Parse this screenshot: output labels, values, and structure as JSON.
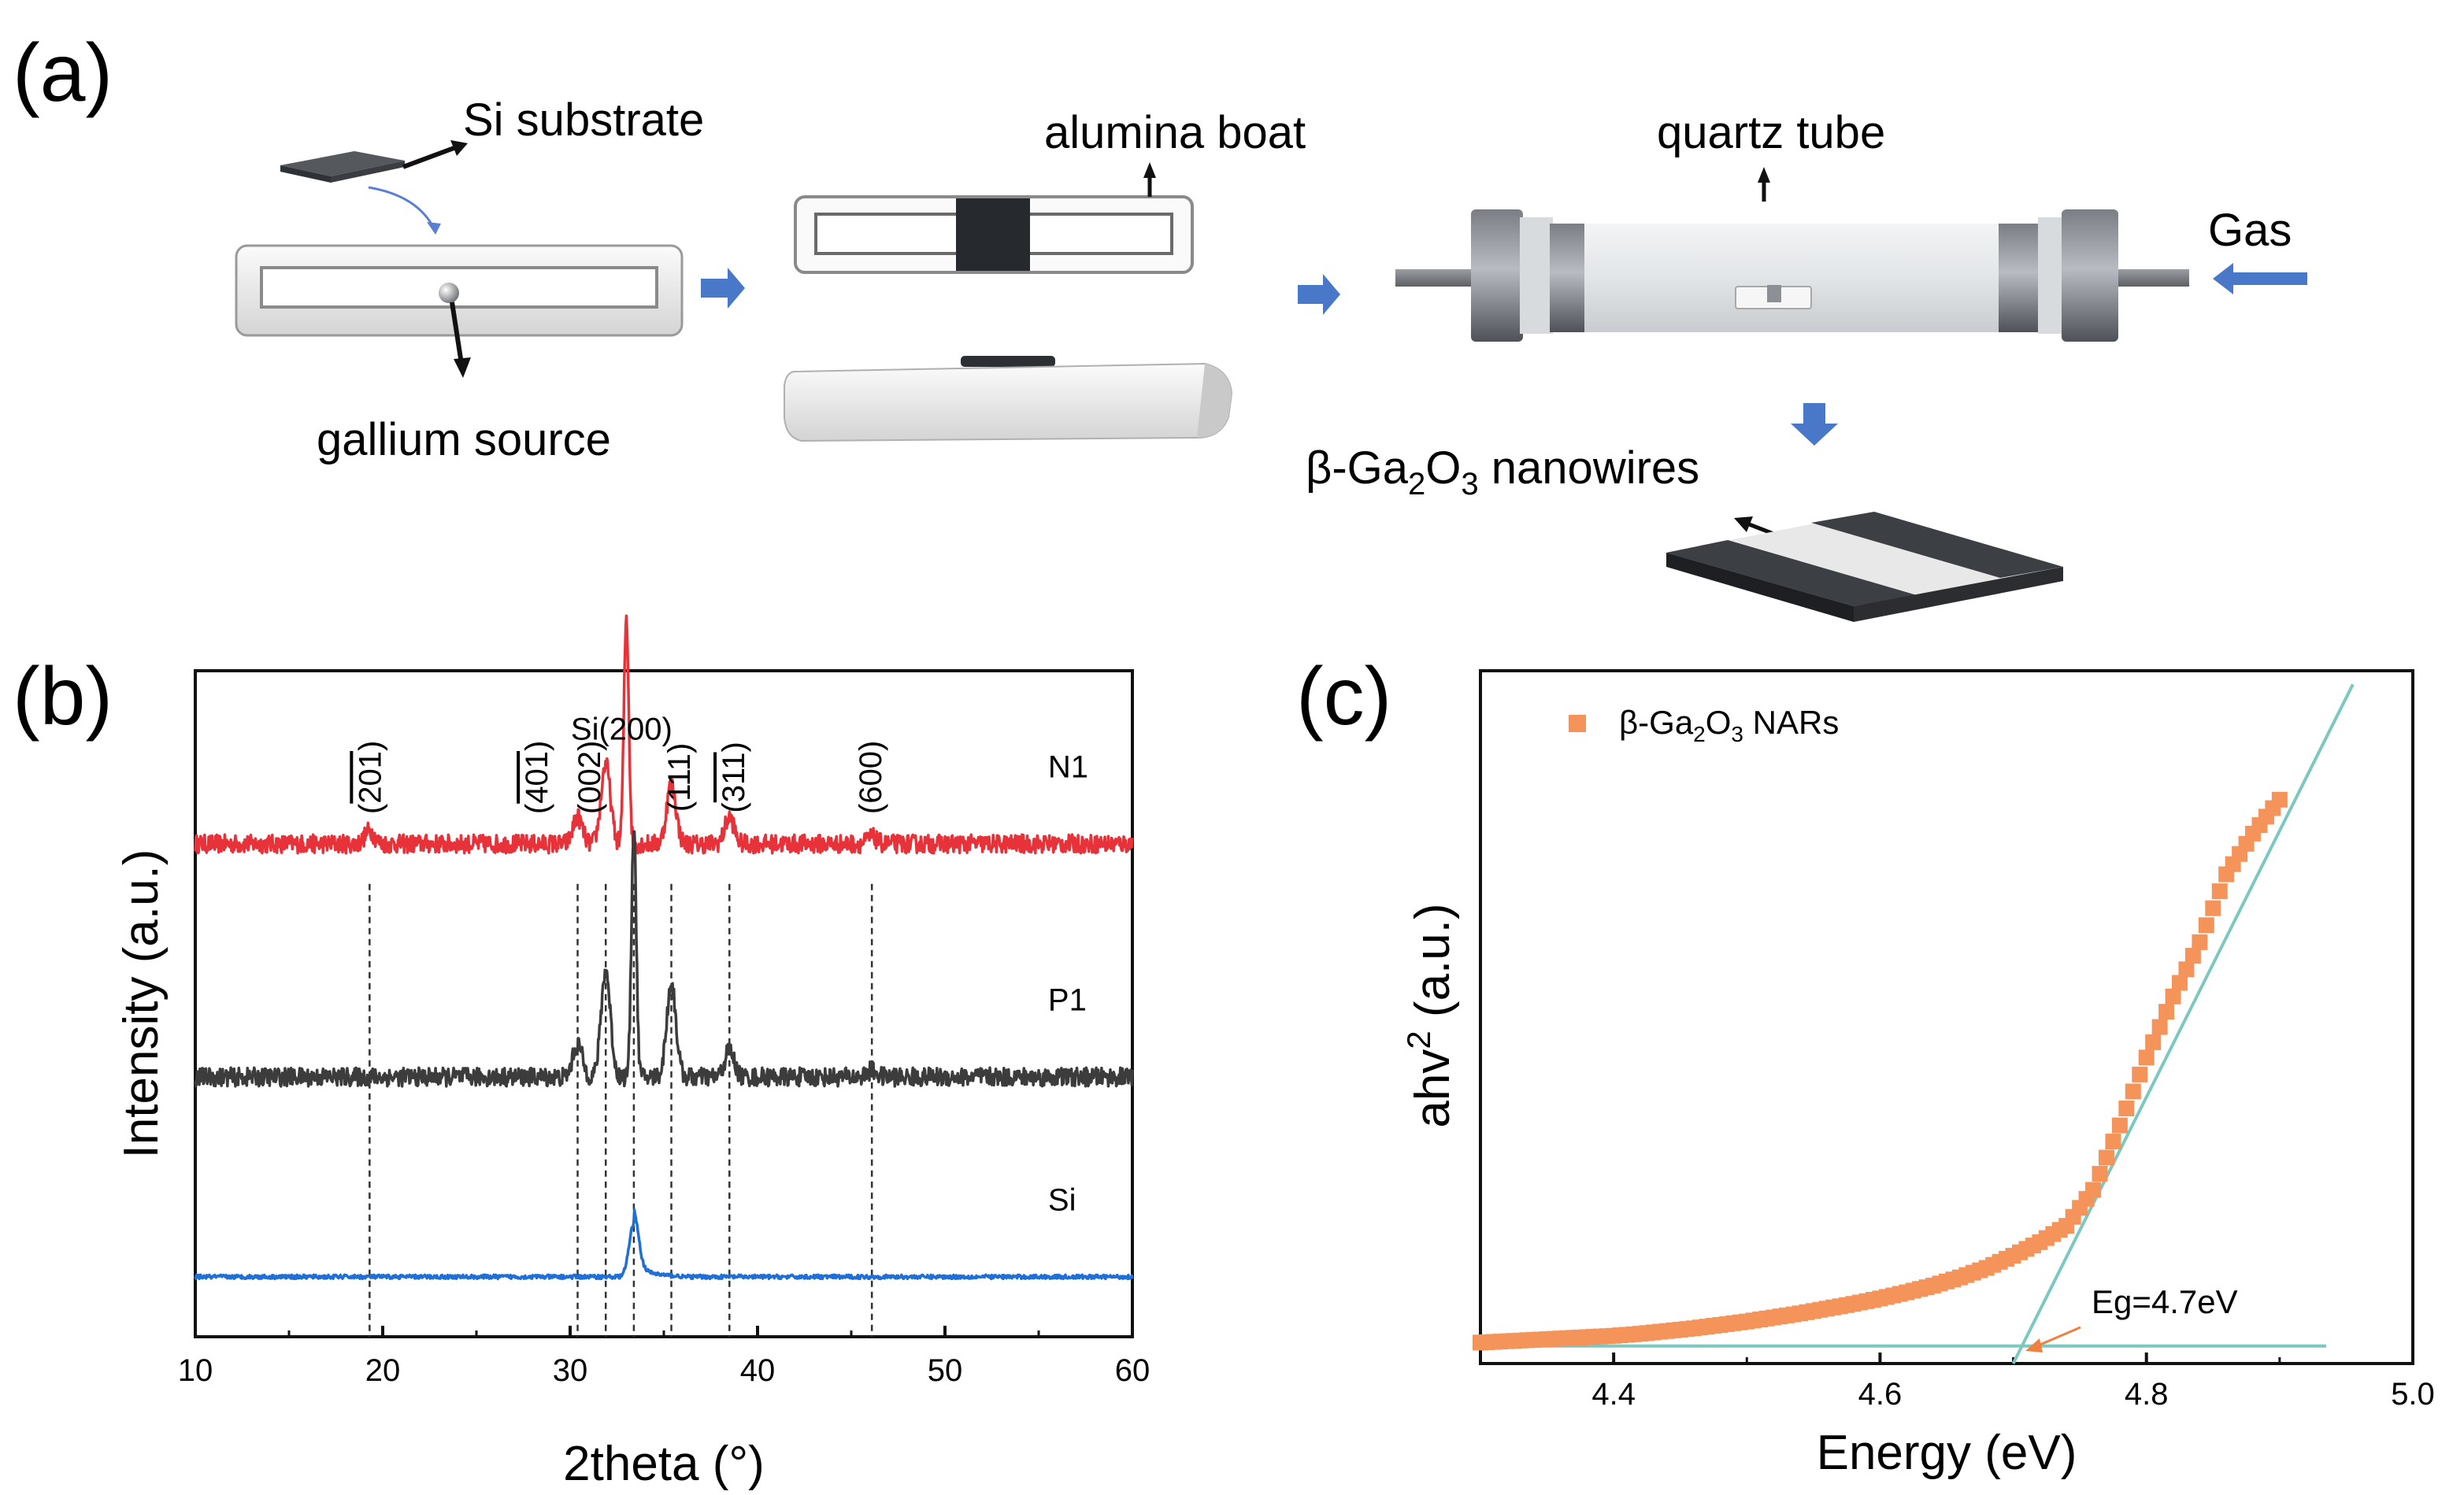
{
  "panel_a": {
    "letter": "(a)",
    "si_substrate": "Si substrate",
    "gallium_source": "gallium source",
    "alumina_boat": "alumina boat",
    "quartz_tube": "quartz tube",
    "gas": "Gas",
    "nanowires": {
      "prefix": "β-Ga",
      "sub1": "2",
      "mid": "O",
      "sub2": "3",
      "suffix": " nanowires"
    }
  },
  "panel_b": {
    "letter": "(b)"
  },
  "panel_c": {
    "letter": "(c)"
  },
  "colors": {
    "N1": "#e8323a",
    "P1": "#3c3c3c",
    "Si": "#1f6fd6",
    "fit": "#7cc8c0",
    "marker": "#f4935a",
    "arrow": "#4a78c8",
    "eg_arrow": "#f08040"
  },
  "chart_data": [
    {
      "type": "line",
      "panel": "(b)",
      "xlabel": "2theta (°)",
      "ylabel": "Intensity (a.u.)",
      "xlim": [
        10,
        60
      ],
      "xticks": [
        "10",
        "20",
        "30",
        "40",
        "50",
        "60"
      ],
      "grid": false,
      "series": [
        {
          "name": "N1",
          "color": "#e8323a",
          "baseline": 0.74,
          "peaks": [
            [
              19.3,
              0.02
            ],
            [
              30.4,
              0.04
            ],
            [
              31.9,
              0.12
            ],
            [
              33.0,
              0.34
            ],
            [
              35.4,
              0.09
            ],
            [
              38.5,
              0.04
            ],
            [
              46.1,
              0.01
            ]
          ]
        },
        {
          "name": "P1",
          "color": "#3c3c3c",
          "baseline": 0.39,
          "peaks": [
            [
              30.4,
              0.05
            ],
            [
              31.9,
              0.16
            ],
            [
              33.4,
              0.38
            ],
            [
              35.4,
              0.14
            ],
            [
              38.5,
              0.04
            ],
            [
              46.1,
              0.01
            ]
          ]
        },
        {
          "name": "Si",
          "color": "#1f6fd6",
          "baseline": 0.09,
          "peaks": [
            [
              33.4,
              0.08
            ]
          ]
        }
      ],
      "reference_lines": [
        19.3,
        30.4,
        31.9,
        33.4,
        35.4,
        38.5,
        46.1
      ],
      "annotations": [
        {
          "text": "Si(200)",
          "x": 33.0
        },
        {
          "text": "201",
          "x": 19.3,
          "bar": true
        },
        {
          "text": "401",
          "x": 28.2,
          "bar": true
        },
        {
          "text": "002",
          "x": 31.0,
          "bar": false
        },
        {
          "text": "111",
          "x": 35.8,
          "bar": false
        },
        {
          "text": "311",
          "x": 38.7,
          "bar": true
        },
        {
          "text": "600",
          "x": 46.0,
          "bar": false
        }
      ]
    },
    {
      "type": "scatter",
      "panel": "(c)",
      "xlabel": "Energy (eV)",
      "ylabel": "ahv",
      "ylabel_sup": "2",
      "ylabel_suffix": " (a.u.)",
      "xlim": [
        4.3,
        5.0
      ],
      "ylim": [
        0,
        1.0
      ],
      "xticks": [
        "4.4",
        "4.6",
        "4.8",
        "5.0"
      ],
      "grid": false,
      "legend": {
        "prefix": "β-Ga",
        "sub1": "2",
        "mid": "O",
        "sub2": "3",
        "suffix": " NARs",
        "position": "top-left"
      },
      "x": [
        4.3,
        4.32,
        4.34,
        4.36,
        4.38,
        4.4,
        4.42,
        4.44,
        4.46,
        4.48,
        4.5,
        4.52,
        4.54,
        4.56,
        4.58,
        4.6,
        4.62,
        4.64,
        4.66,
        4.68,
        4.7,
        4.72,
        4.74,
        4.76,
        4.78,
        4.8,
        4.82,
        4.84,
        4.86,
        4.88,
        4.9
      ],
      "y": [
        0.01,
        0.012,
        0.014,
        0.016,
        0.018,
        0.02,
        0.023,
        0.027,
        0.031,
        0.036,
        0.041,
        0.047,
        0.053,
        0.06,
        0.067,
        0.075,
        0.084,
        0.094,
        0.106,
        0.12,
        0.138,
        0.158,
        0.182,
        0.235,
        0.33,
        0.43,
        0.52,
        0.6,
        0.7,
        0.76,
        0.81
      ],
      "fit_line": {
        "x": [
          4.7,
          4.955
        ],
        "y": [
          0,
          0.98
        ]
      },
      "baseline": {
        "x": [
          4.3,
          4.935
        ],
        "y": [
          0.005,
          0.005
        ]
      },
      "annotation": "Eg=4.7eV"
    }
  ]
}
